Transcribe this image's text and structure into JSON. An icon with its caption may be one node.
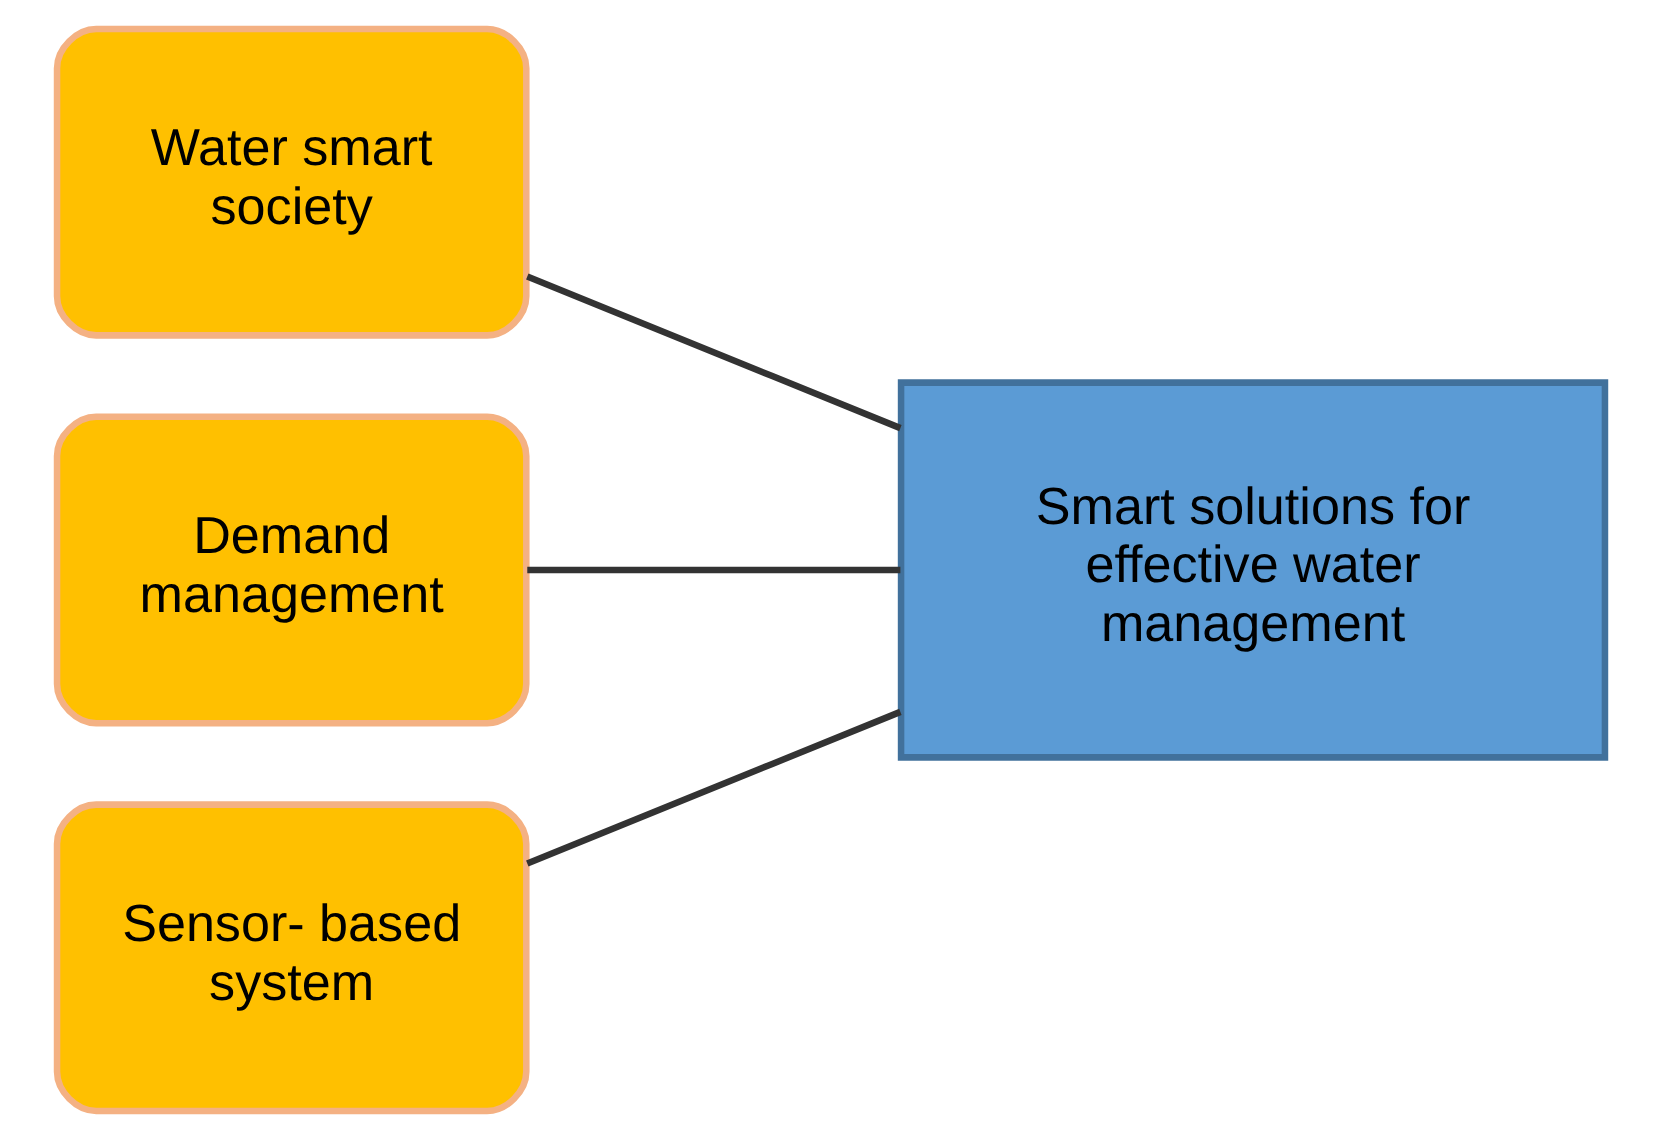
{
  "diagram": {
    "nodes": [
      {
        "text": [
          "Water smart society"
        ]
      },
      {
        "text": [
          "Demand management"
        ]
      },
      {
        "text": [
          "Sensor- based system"
        ]
      },
      {
        "text": [
          "Smart solutions for effective water management"
        ]
      }
    ],
    "edges": [
      {
        "from": 0,
        "to": 3,
        "arrow": "none"
      },
      {
        "from": 1,
        "to": 3,
        "arrow": "none"
      },
      {
        "from": 2,
        "to": 3,
        "arrow": "none"
      }
    ]
  }
}
